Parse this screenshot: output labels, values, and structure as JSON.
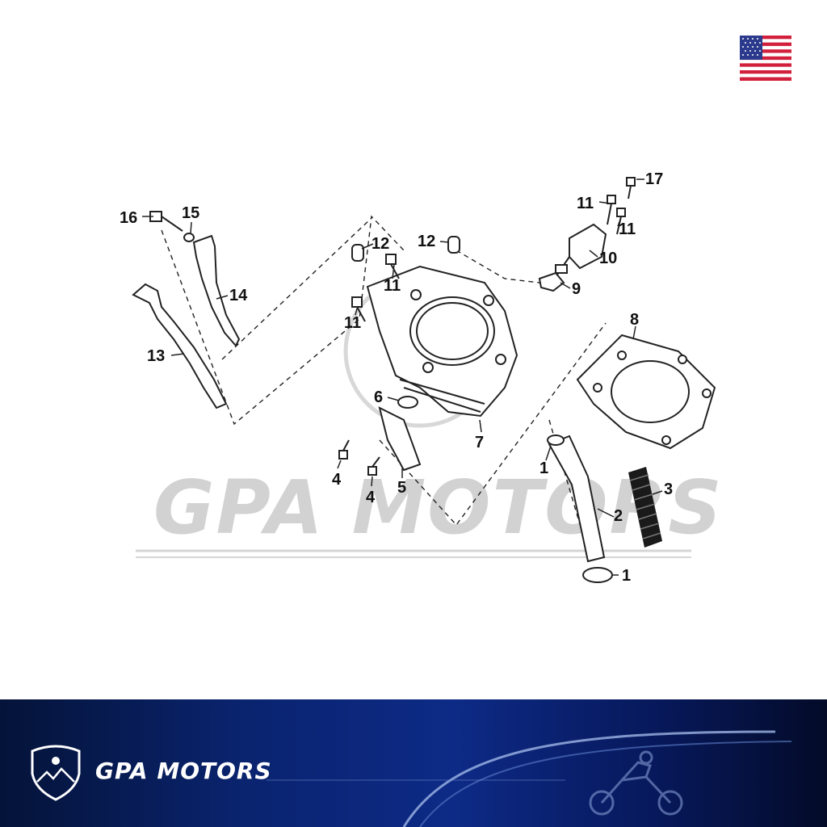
{
  "brand": {
    "name": "GPA MOTORS",
    "watermark": "GPA MOTORS"
  },
  "flag": {
    "icon": "us-flag-icon",
    "stripe_red": "#d21f3c",
    "canton_blue": "#2b3a8c"
  },
  "callouts": [
    {
      "id": "c16",
      "label": "16"
    },
    {
      "id": "c15",
      "label": "15"
    },
    {
      "id": "c14",
      "label": "14"
    },
    {
      "id": "c13",
      "label": "13"
    },
    {
      "id": "c12a",
      "label": "12"
    },
    {
      "id": "c12b",
      "label": "12"
    },
    {
      "id": "c11a",
      "label": "11"
    },
    {
      "id": "c11b",
      "label": "11"
    },
    {
      "id": "c11c",
      "label": "11"
    },
    {
      "id": "c11d",
      "label": "11"
    },
    {
      "id": "c17",
      "label": "17"
    },
    {
      "id": "c10",
      "label": "10"
    },
    {
      "id": "c9",
      "label": "9"
    },
    {
      "id": "c8",
      "label": "8"
    },
    {
      "id": "c7",
      "label": "7"
    },
    {
      "id": "c6",
      "label": "6"
    },
    {
      "id": "c5",
      "label": "5"
    },
    {
      "id": "c4a",
      "label": "4"
    },
    {
      "id": "c4b",
      "label": "4"
    },
    {
      "id": "c3",
      "label": "3"
    },
    {
      "id": "c2",
      "label": "2"
    },
    {
      "id": "c1a",
      "label": "1"
    },
    {
      "id": "c1b",
      "label": "1"
    }
  ],
  "colors": {
    "footer_dark": "#041338",
    "footer_mid": "#0d2a86",
    "watermark": "#d2d2d2"
  }
}
